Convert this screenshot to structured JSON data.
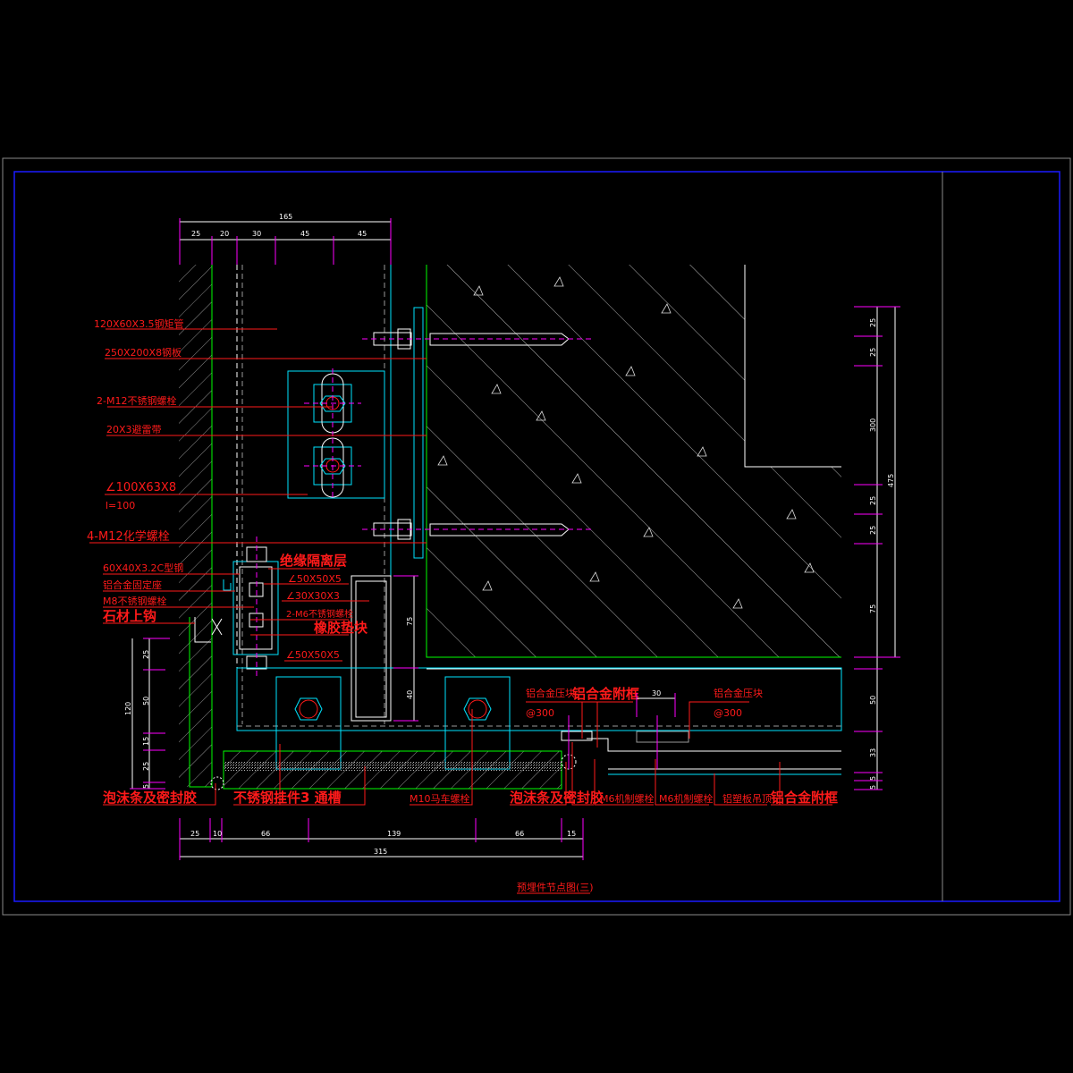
{
  "title": "预埋件节点图(三)",
  "colors": {
    "label": "#ff1a1a",
    "frame": "#0000ff",
    "concrete_edge": "#00ff00",
    "steel": "#00e5ff",
    "center_line": "#ff00ff"
  },
  "labels_left": [
    "120X60X3.5钢矩管",
    "250X200X8钢板",
    "2-M12不锈钢螺栓",
    "20X3避雷带",
    "∠100X63X8",
    "l=100",
    "4-M12化学螺栓",
    "60X40X3.2C型钢",
    "铝合金固定座",
    "M8不锈钢螺栓",
    "石材上钩"
  ],
  "labels_middle": [
    "绝缘隔离层",
    "∠50X50X5",
    "∠30X30X3",
    "2-M6不锈钢螺栓",
    "橡胶垫块",
    "∠50X50X5"
  ],
  "labels_bottom": [
    "泡沫条及密封胶",
    "不锈钢挂件3 通槽",
    "M10马车螺栓",
    "泡沫条及密封胶",
    "M6机制螺栓",
    "M6机制螺栓",
    "铝塑板吊顶",
    "铝合金附框"
  ],
  "labels_ceiling": [
    "铝合金压块",
    "铝合金附框",
    "@300",
    "铝合金压块",
    "@300"
  ],
  "dims_top": {
    "total": "165",
    "parts": [
      "25",
      "20",
      "30",
      "45",
      "45"
    ]
  },
  "dims_bottom": {
    "total": "315",
    "parts": [
      "25",
      "10",
      "66",
      "139",
      "66",
      "15"
    ]
  },
  "dims_left": {
    "total": "120",
    "parts": [
      "25",
      "50",
      "15",
      "25",
      "5"
    ]
  },
  "dims_right": {
    "total": "475",
    "parts": [
      "25",
      "25",
      "300",
      "25",
      "25",
      "75",
      "50",
      "33",
      "5",
      "5"
    ]
  },
  "dims_inner": [
    "75",
    "40",
    "30"
  ]
}
